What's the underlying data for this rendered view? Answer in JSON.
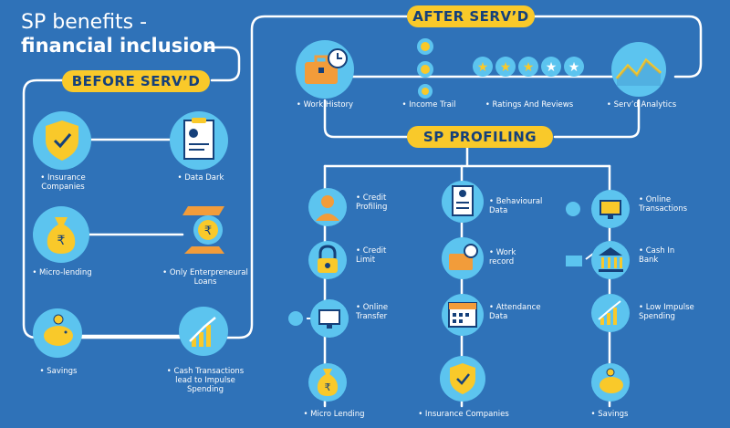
{
  "title": {
    "line1": "SP benefits -",
    "line2": "financial inclusion"
  },
  "pills": {
    "before": "BEFORE SERV’D",
    "after": "AFTER SERV’D",
    "profiling": "SP PROFILING"
  },
  "colors": {
    "background": "#2f72b8",
    "accent": "#f9c92a",
    "icon_circle": "#5cc4ef",
    "pill_text": "#15407a"
  },
  "before": {
    "insurance": "• Insurance\nCompanies",
    "data_dark": "• Data Dark",
    "micro_lending": "• Micro-lending",
    "entrepreneurial": "• Only Enterpreneural\nLoans",
    "savings": "• Savings",
    "cash": "• Cash Transactions\nlead to Impulse\nSpending"
  },
  "after": {
    "work_history": "• Work History",
    "income_trail": "• Income Trail",
    "ratings": "• Ratings And Reviews",
    "analytics": "• Serv’d Analytics"
  },
  "profiling": {
    "credit_profiling": "• Credit\nProfiling",
    "credit_limit": "• Credit\nLimit",
    "online_transfer": "• Online\nTransfer",
    "micro_lending": "• Micro Lending",
    "behavioural": "• Behavioural\nData",
    "work_record": "• Work\nrecord",
    "attendance": "• Attendance\nData",
    "insurance": "• Insurance Companies",
    "online_transactions": "• Online\nTransactions",
    "cash_in_bank": "• Cash In\nBank",
    "low_impulse": "• Low Impulse\nSpending",
    "savings": "• Savings"
  }
}
